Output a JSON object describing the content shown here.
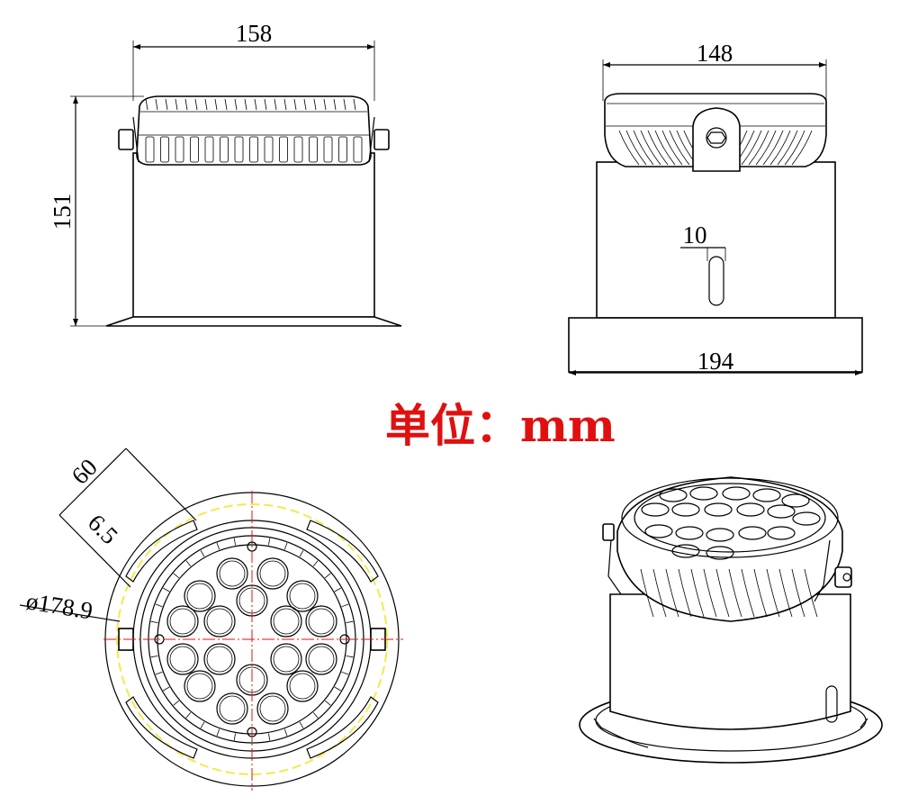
{
  "dimensions": {
    "front_width": "158",
    "front_height": "151",
    "side_width": "148",
    "slot_width": "10",
    "flange_width": "194",
    "top_cutout": "60",
    "top_offset": "6.5",
    "top_diameter": "ø178.9"
  },
  "unit_label": "单位：mm",
  "colors": {
    "line": "#000000",
    "unit_text": "#e01010",
    "centerline": "#e01010",
    "hidden_line": "#f2ea4a"
  }
}
